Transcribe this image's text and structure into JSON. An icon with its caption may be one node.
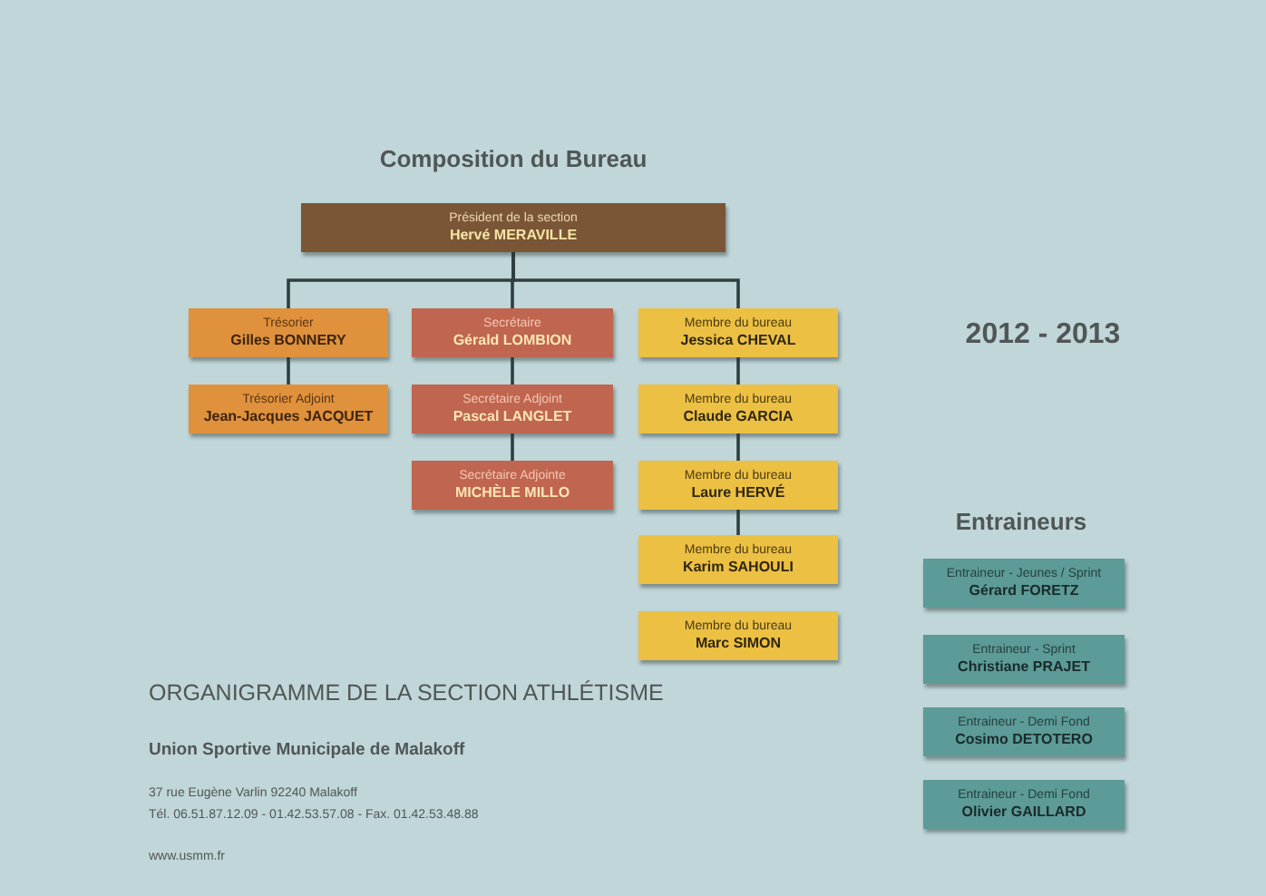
{
  "diagram": {
    "title": "Composition du Bureau",
    "nodes": [
      {
        "text": [
          "Président de la section",
          "Hervé MERAVILLE"
        ]
      },
      {
        "text": [
          "Trésorier",
          "Gilles BONNERY"
        ]
      },
      {
        "text": [
          "Secrétaire",
          "Gérald LOMBION"
        ]
      },
      {
        "text": [
          "Membre du bureau",
          "Jessica CHEVAL"
        ]
      },
      {
        "text": [
          "Trésorier Adjoint",
          "Jean-Jacques JACQUET"
        ]
      },
      {
        "text": [
          "Secrétaire Adjoint",
          "Pascal LANGLET"
        ]
      },
      {
        "text": [
          "Membre du bureau",
          "Claude GARCIA"
        ]
      },
      {
        "text": [
          "Secrétaire Adjointe",
          "MICHÈLE MILLO"
        ]
      },
      {
        "text": [
          "Membre du bureau",
          "Laure HERVÉ"
        ]
      },
      {
        "text": [
          "Membre du bureau",
          "Karim SAHOULI"
        ]
      },
      {
        "text": [
          "Membre du bureau",
          "Marc SIMON"
        ]
      },
      {
        "text": [
          "Entraineur - Jeunes / Sprint",
          "Gérard FORETZ"
        ]
      },
      {
        "text": [
          "Entraineur - Sprint",
          "Christiane PRAJET"
        ]
      },
      {
        "text": [
          "Entraineur - Demi Fond",
          "Cosimo DETOTERO"
        ]
      },
      {
        "text": [
          "Entraineur - Demi Fond",
          "Olivier GAILLARD"
        ]
      }
    ],
    "edges": [
      {
        "from": 0,
        "to": 1,
        "arrow": "none"
      },
      {
        "from": 0,
        "to": 2,
        "arrow": "none"
      },
      {
        "from": 0,
        "to": 3,
        "arrow": "none"
      },
      {
        "from": 1,
        "to": 4,
        "arrow": "none"
      },
      {
        "from": 2,
        "to": 5,
        "arrow": "none"
      },
      {
        "from": 5,
        "to": 7,
        "arrow": "none"
      },
      {
        "from": 3,
        "to": 6,
        "arrow": "none"
      },
      {
        "from": 6,
        "to": 8,
        "arrow": "none"
      },
      {
        "from": 8,
        "to": 9,
        "arrow": "none"
      }
    ],
    "labels": [
      "2012 - 2013",
      "Entraineurs",
      "ORGANIGRAMME DE LA SECTION ATHLÉTISME",
      "Union Sportive Municipale de Malakoff",
      "37 rue Eugène Varlin 92240 Malakoff",
      "Tél. 06.51.87.12.09 - 01.42.53.57.08 - Fax. 01.42.53.48.88",
      "www.usmm.fr"
    ]
  }
}
